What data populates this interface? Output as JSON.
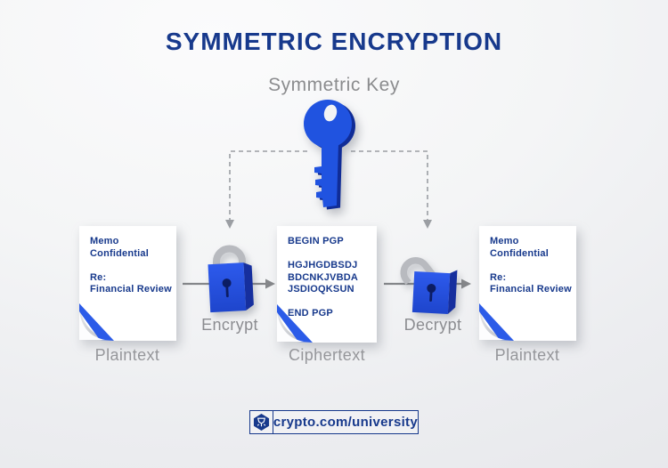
{
  "title": "SYMMETRIC ENCRYPTION",
  "key": {
    "label": "Symmetric Key",
    "icon": "key-icon"
  },
  "docs": {
    "left": {
      "body": "Memo\nConfidential\n\nRe:\nFinancial Review",
      "caption": "Plaintext"
    },
    "middle": {
      "body": "BEGIN PGP\n\nHGJHGDBSDJ\nBDCNKJVBDA\nJSDIOQKSUN\n\nEND PGP",
      "caption": "Ciphertext"
    },
    "right": {
      "body": "Memo\nConfidential\n\nRe:\nFinancial Review",
      "caption": "Plaintext"
    }
  },
  "steps": {
    "encrypt": {
      "label": "Encrypt",
      "icon": "closed-padlock-icon"
    },
    "decrypt": {
      "label": "Decrypt",
      "icon": "open-padlock-icon"
    }
  },
  "footer": {
    "url": "crypto.com/university",
    "logo": "crypto-com-logo"
  },
  "colors": {
    "navy": "#17398C",
    "blue": "#2053E0",
    "blue_dark": "#12309C",
    "gray_label": "#8B8C90",
    "arrow_gray": "#85878A",
    "dashed_gray": "#9B9EA3"
  }
}
